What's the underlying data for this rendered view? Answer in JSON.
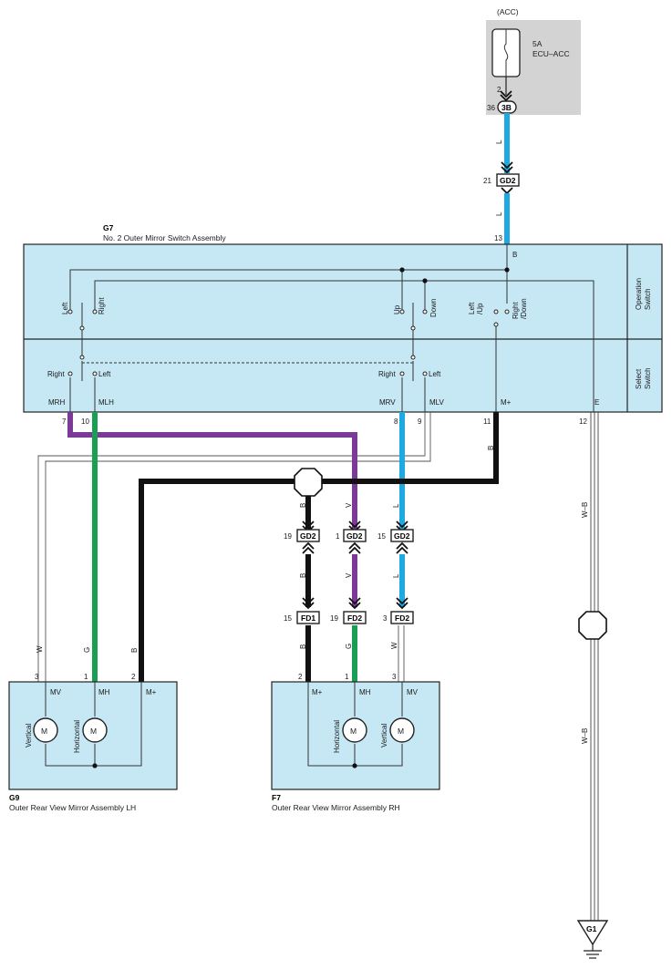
{
  "fuse": {
    "supply": "(ACC)",
    "rating": "5A",
    "name": "ECU–ACC",
    "pin_in": "2",
    "pin_out": "36",
    "connector": "3B"
  },
  "junction_top": {
    "connector": "GD2",
    "pin": "21"
  },
  "switch_assembly": {
    "code": "G7",
    "name": "No. 2 Outer Mirror Switch Assembly",
    "operation_label": "Operation Switch",
    "select_label": "Select Switch",
    "b_pin": "13",
    "b_label": "B",
    "op_left": "Left",
    "op_right": "Right",
    "op_up": "Up",
    "op_down": "Down",
    "op_leftup": "Left /Up",
    "op_rightdown": "Right /Down",
    "sel_right1": "Right",
    "sel_left1": "Left",
    "sel_right2": "Right",
    "sel_left2": "Left",
    "term_mrh": "MRH",
    "term_mlh": "MLH",
    "term_mrv": "MRV",
    "term_mlv": "MLV",
    "term_mplus": "M+",
    "term_e": "E",
    "pin_mrh": "7",
    "pin_mlh": "10",
    "pin_mrv": "8",
    "pin_mlv": "9",
    "pin_mplus": "11",
    "pin_e": "12"
  },
  "wire_colors": {
    "L": "L",
    "B": "B",
    "V": "V",
    "G": "G",
    "W": "W",
    "WB": "W–B"
  },
  "mid_connectors": [
    {
      "pin": "19",
      "name": "GD2"
    },
    {
      "pin": "1",
      "name": "GD2"
    },
    {
      "pin": "15",
      "name": "GD2"
    }
  ],
  "low_connectors": [
    {
      "pin": "15",
      "name": "FD1"
    },
    {
      "pin": "19",
      "name": "FD2"
    },
    {
      "pin": "3",
      "name": "FD2"
    }
  ],
  "mirror_lh": {
    "code": "G9",
    "name": "Outer Rear View Mirror Assembly LH",
    "pin_mv": "3",
    "pin_mh": "1",
    "pin_mplus": "2",
    "t_mv": "MV",
    "t_mh": "MH",
    "t_mplus": "M+",
    "motor1": "Vertical",
    "motor2": "Horizontal",
    "motor_letter": "M"
  },
  "mirror_rh": {
    "code": "F7",
    "name": "Outer Rear View Mirror Assembly RH",
    "pin_mplus": "2",
    "pin_mh": "1",
    "pin_mv": "3",
    "t_mplus": "M+",
    "t_mh": "MH",
    "t_mv": "MV",
    "motor1": "Horizontal",
    "motor2": "Vertical",
    "motor_letter": "M"
  },
  "ground": {
    "code": "G1"
  },
  "colors": {
    "blue": "#1da9e1",
    "purple": "#7a3a96",
    "green": "#1a9f52",
    "black": "#111111",
    "box": "#c6e7f4",
    "fuse_bg": "#d3d3d3"
  }
}
